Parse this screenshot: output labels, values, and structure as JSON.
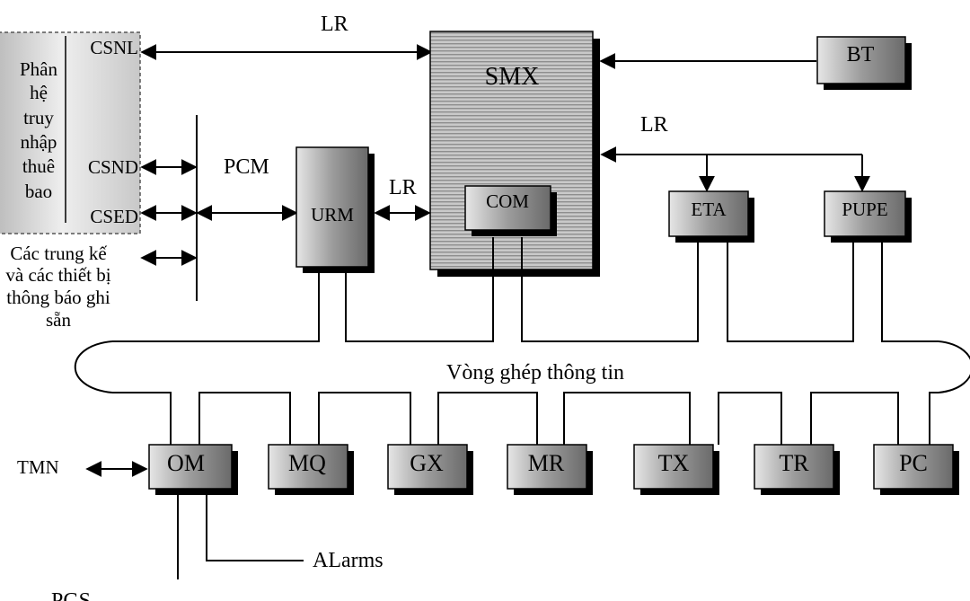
{
  "left_block": {
    "title_lines": [
      "Phân",
      "hệ",
      "truy",
      "nhập",
      "thuê",
      "bao"
    ],
    "port_csnl": "CSNL",
    "port_csnd": "CSND",
    "port_csed": "CSED"
  },
  "trunk_note_lines": [
    "Các trung kế",
    "và các thiết bị",
    "thông báo ghi",
    "sẵn"
  ],
  "labels": {
    "lr_top": "LR",
    "lr_right": "LR",
    "lr_mid": "LR",
    "pcm": "PCM",
    "ring": "Vòng ghép thông tin",
    "tmn": "TMN",
    "alarms": "ALarms",
    "pgs": "PGS"
  },
  "boxes": {
    "smx": "SMX",
    "com": "COM",
    "bt": "BT",
    "urm": "URM",
    "eta": "ETA",
    "pupe": "PUPE",
    "om": "OM",
    "mq": "MQ",
    "gx": "GX",
    "mr": "MR",
    "tx": "TX",
    "tr": "TR",
    "pc": "PC"
  },
  "colors": {
    "box_fill": "#9a9a9a",
    "box_light": "#cfcfcf",
    "shadow": "#000000",
    "subscriber_fill": "#d6d6d6"
  }
}
